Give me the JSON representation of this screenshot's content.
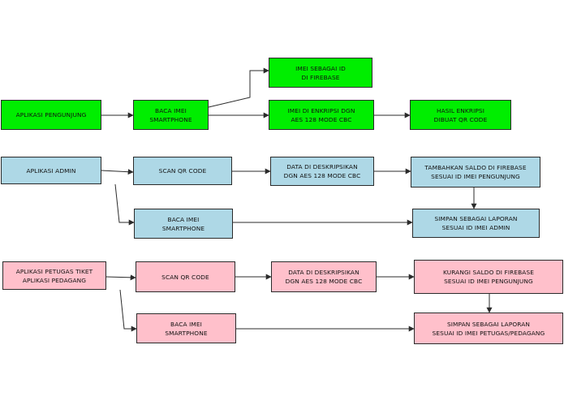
{
  "colors": {
    "green": "#00ee00",
    "blue": "#aed8e6",
    "pink": "#ffc0cb",
    "line": "#2b2b2b"
  },
  "row1": {
    "aplikasi": "APLIKASI PENGUNJUNG",
    "baca_imei": "BACA IMEI\nSMARTPHONE",
    "imei_id": "IMEI SEBAGAI ID\nDI FIREBASE",
    "enkripsi": "IMEI DI ENKRIPSI DGN\nAES 128 MODE CBC",
    "hasil": "HASIL ENKRIPSI\nDIBUAT QR CODE"
  },
  "row2": {
    "aplikasi": "APLIKASI ADMIN",
    "scan": "SCAN QR CODE",
    "deskripsi": "DATA DI DESKRIPSIKAN\nDGN AES 128 MODE CBC",
    "tambah": "TAMBAHKAN SALDO DI FIREBASE\nSESUAI ID IMEI PENGUNJUNG",
    "baca_imei": "BACA IMEI\nSMARTPHONE",
    "simpan": "SIMPAN SEBAGAI LAPORAN\nSESUAI ID IMEI ADMIN"
  },
  "row3": {
    "aplikasi": "APLIKASI PETUGAS TIKET\nAPLIKASI PEDAGANG",
    "scan": "SCAN QR CODE",
    "deskripsi": "DATA DI DESKRIPSIKAN\nDGN AES 128 MODE CBC",
    "kurangi": "KURANGI SALDO DI FIREBASE\nSESUAI ID IMEI PENGUNJUNG",
    "baca_imei": "BACA IMEI\nSMARTPHONE",
    "simpan": "SIMPAN SEBAGAI LAPORAN\nSESUAI ID IMEI PETUGAS/PEDAGANG"
  }
}
